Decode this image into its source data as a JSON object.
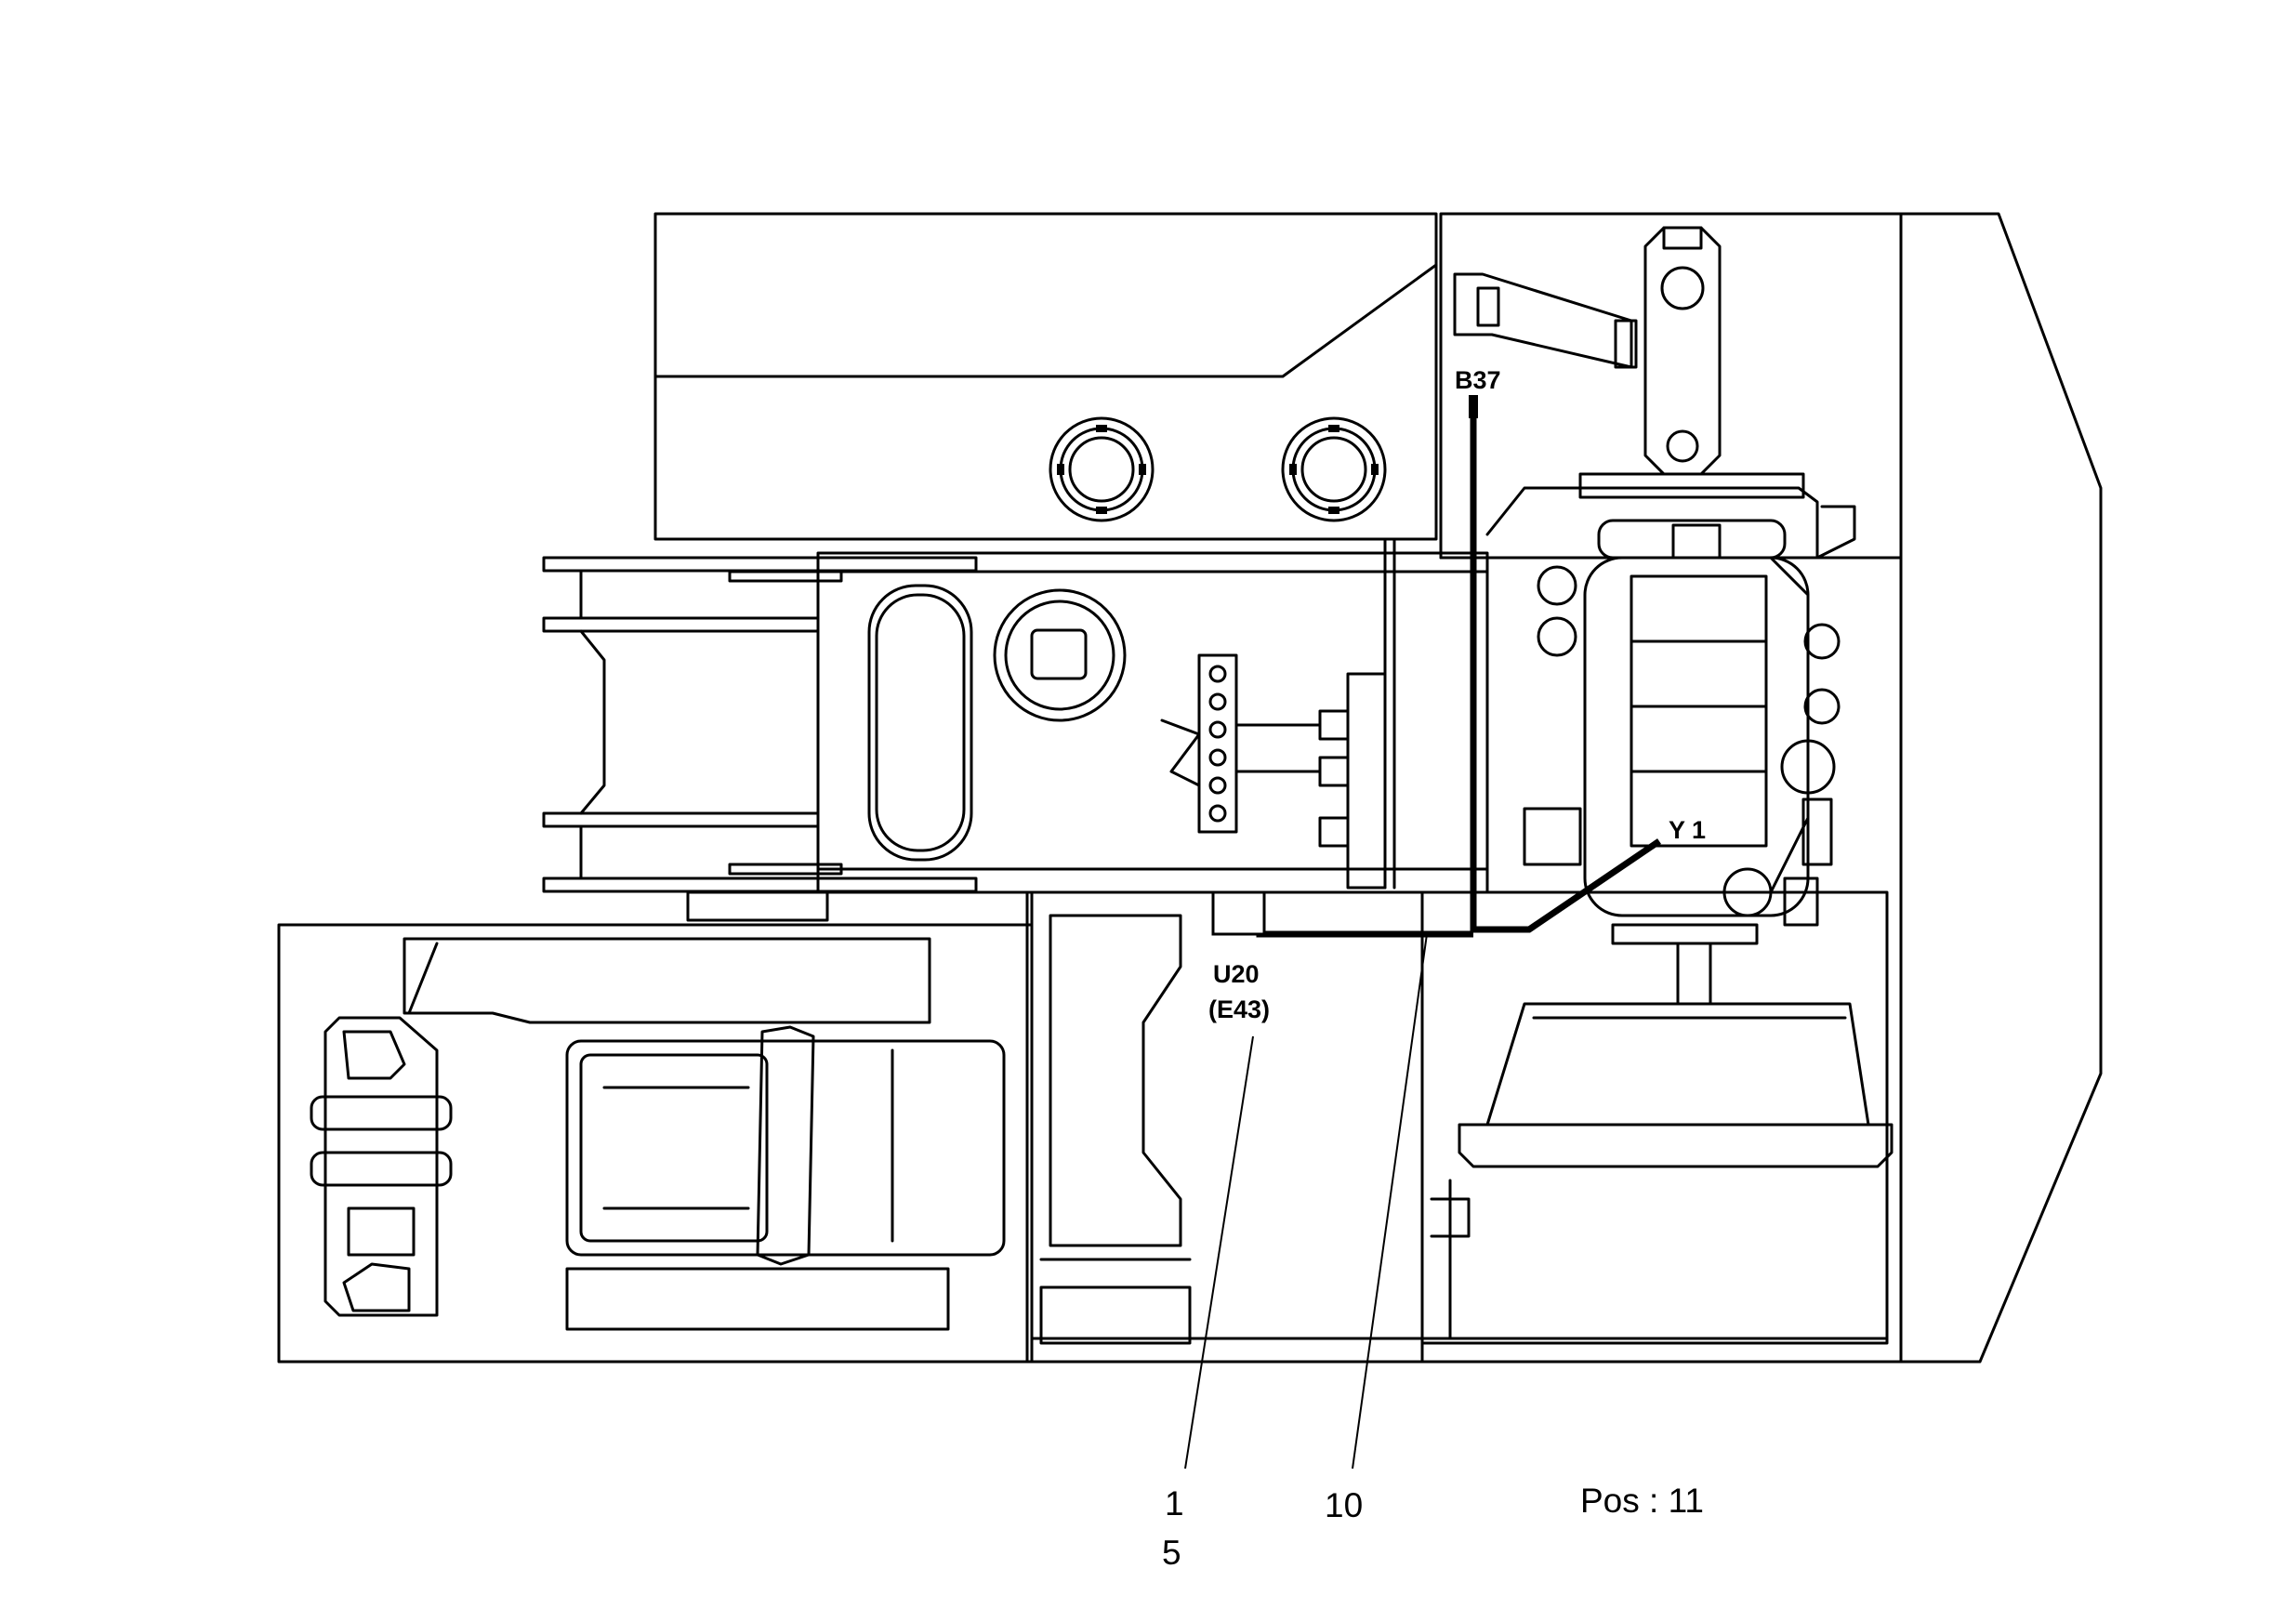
{
  "labels": {
    "b37": "B37",
    "y1": "Y 1",
    "u20": "U20",
    "e43": "(E43)",
    "callout_1": "1",
    "callout_5": "5",
    "callout_10": "10",
    "position": "Pos : 11"
  }
}
